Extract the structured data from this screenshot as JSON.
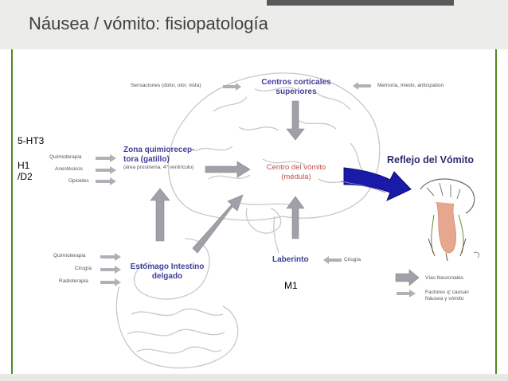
{
  "title": "Náusea / vómito: fisiopatología",
  "colors": {
    "arrow": "#a0a0a8",
    "bigArrow": "#1a1aa8",
    "node": "#3f3f9a",
    "center": "#c0504d",
    "frame": "#4f8a1e"
  },
  "nodes": {
    "cortical": "Centros corticales superiores",
    "ctz_title": "Zona quimiorecep-tora (gatillo)",
    "ctz_detail": "(área prostrema, 4° ventrículo)",
    "center": "Centro del vómito (médula)",
    "reflex": "Reflejo del Vómito",
    "gut": "Estómago Intestino delgado",
    "labyrinth": "Laberinto"
  },
  "inputs": {
    "cortical_left": "Sensaciones (dolor, olor, vista)",
    "cortical_right": "Memoria, miedo, anticipation",
    "ctz": [
      "Quimioterapia",
      "Anestésicos",
      "Opioides"
    ],
    "gut": [
      "Quimioterapia",
      "Cirugía",
      "Radioterapia"
    ],
    "labyrinth": "Cirugía"
  },
  "receptors": {
    "ctz_a": "5-HT3",
    "ctz_b": "H1 /D2",
    "labyrinth": "M1"
  },
  "legend": {
    "pathways": "Vías Neuronales",
    "factors": "Factores q' causan Náusea y vómito"
  }
}
